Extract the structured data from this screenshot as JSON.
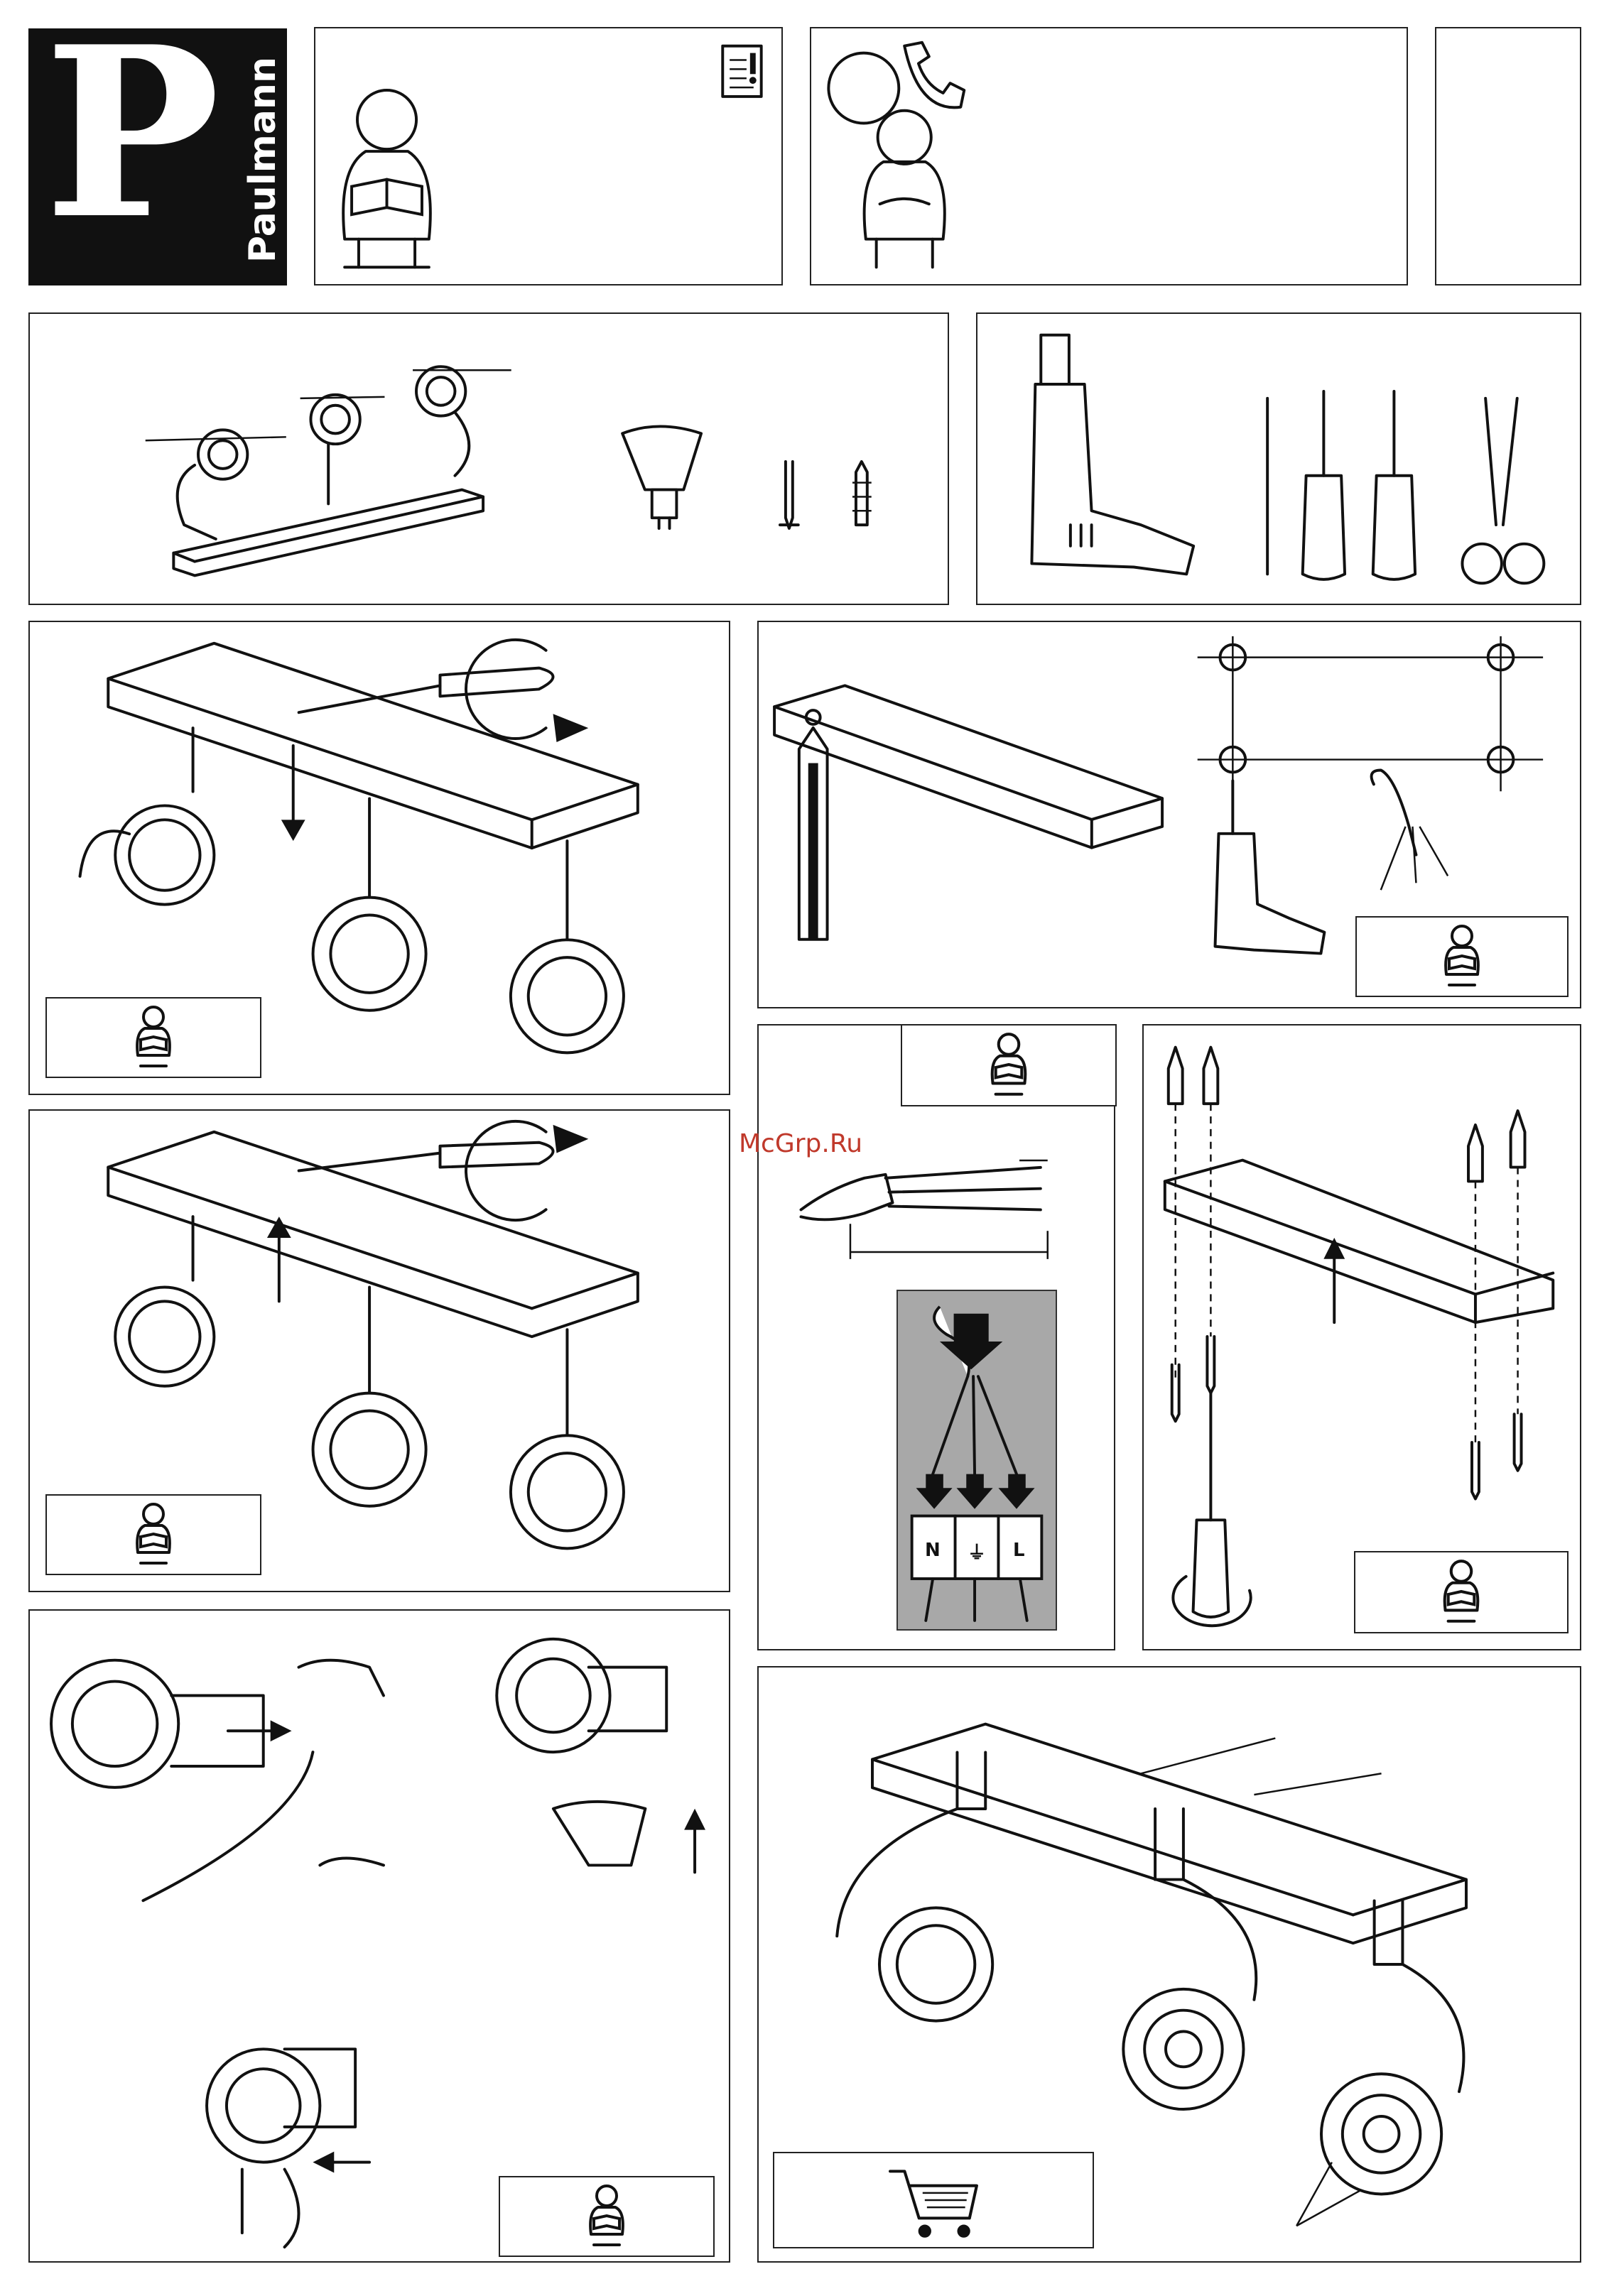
{
  "brand": {
    "logo_letter": "P",
    "name": "Paulmann"
  },
  "watermark": "McGrp.Ru",
  "terminal_labels": {
    "neutral": "N",
    "earth": "⏚",
    "live": "L"
  },
  "icons": [
    "manual-reader-icon",
    "document-warning-icon",
    "phone-icon",
    "globe-icon",
    "shopping-cart-icon",
    "drill-icon",
    "screwdriver-icon",
    "scissors-icon",
    "pencil-icon",
    "wall-plug-icon",
    "screw-icon",
    "bulb-icon"
  ],
  "colors": {
    "ink": "#111111",
    "panel_gray": "#a8a8a8",
    "watermark": "#c0392b"
  }
}
